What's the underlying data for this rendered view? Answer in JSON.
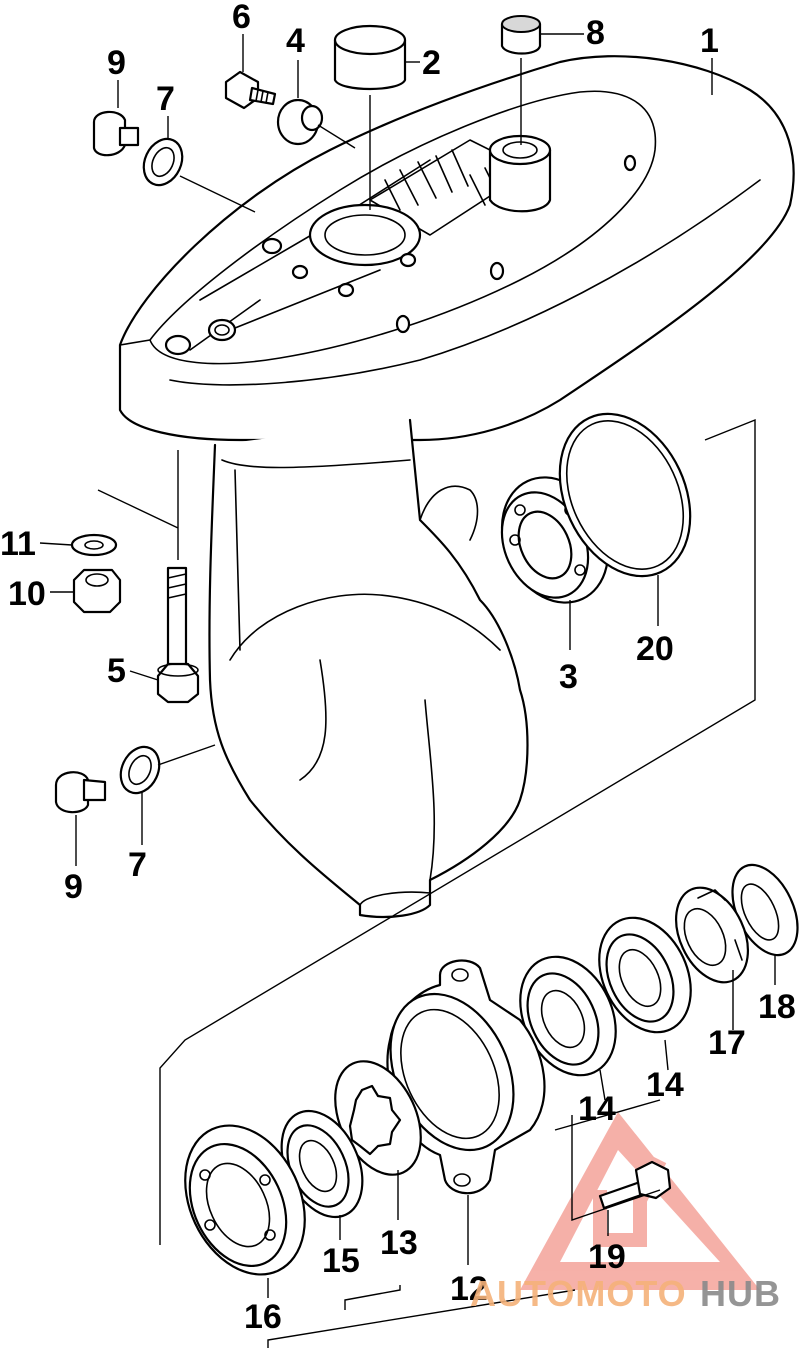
{
  "diagram": {
    "callouts": [
      {
        "id": "c1",
        "label": "1"
      },
      {
        "id": "c2",
        "label": "2"
      },
      {
        "id": "c3",
        "label": "3"
      },
      {
        "id": "c4",
        "label": "4"
      },
      {
        "id": "c5",
        "label": "5"
      },
      {
        "id": "c6",
        "label": "6"
      },
      {
        "id": "c7a",
        "label": "7"
      },
      {
        "id": "c7b",
        "label": "7"
      },
      {
        "id": "c8",
        "label": "8"
      },
      {
        "id": "c9a",
        "label": "9"
      },
      {
        "id": "c9b",
        "label": "9"
      },
      {
        "id": "c10",
        "label": "10"
      },
      {
        "id": "c11",
        "label": "11"
      },
      {
        "id": "c12",
        "label": "12"
      },
      {
        "id": "c13",
        "label": "13"
      },
      {
        "id": "c14a",
        "label": "14"
      },
      {
        "id": "c14b",
        "label": "14"
      },
      {
        "id": "c15",
        "label": "15"
      },
      {
        "id": "c16",
        "label": "16"
      },
      {
        "id": "c17",
        "label": "17"
      },
      {
        "id": "c18",
        "label": "18"
      },
      {
        "id": "c19",
        "label": "19"
      },
      {
        "id": "c20",
        "label": "20"
      }
    ]
  },
  "watermark": {
    "part1": "AUTOMOTO",
    "part2": "HUB",
    "color_primary": "#f26b5b",
    "color_secondary": "#f5b27a",
    "color_hub": "#8a8a8a"
  }
}
